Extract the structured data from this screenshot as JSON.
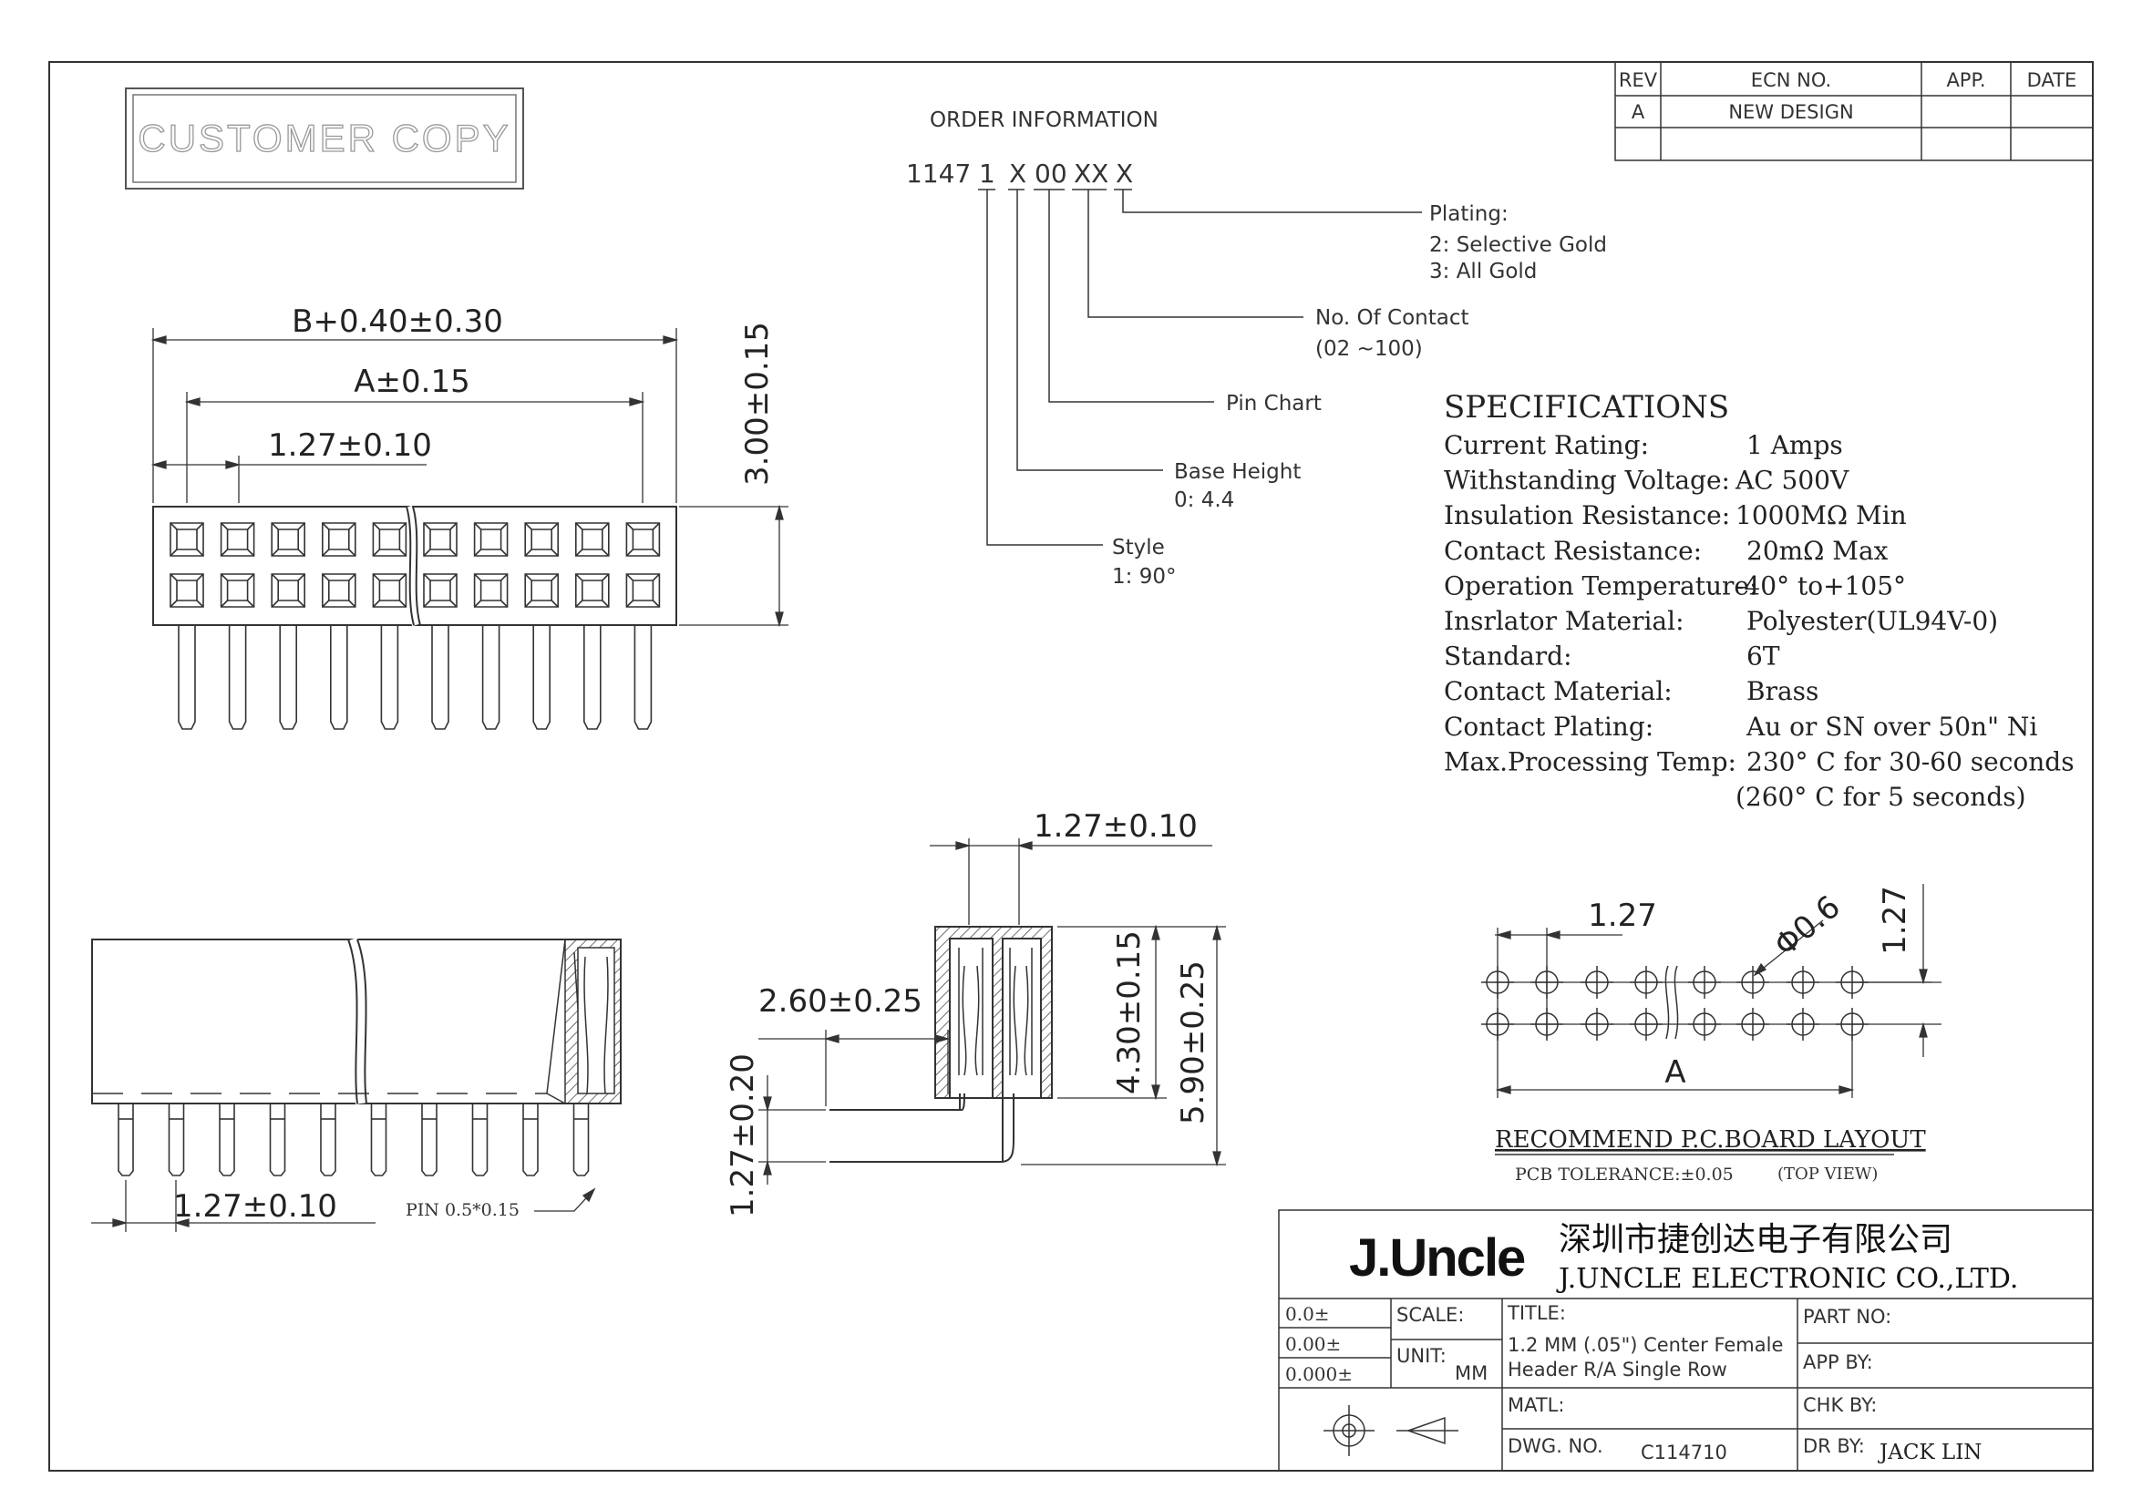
{
  "revision_table": {
    "headers": [
      "REV",
      "ECN NO.",
      "APP.",
      "DATE"
    ],
    "rows": [
      [
        "A",
        "NEW DESIGN",
        "",
        ""
      ],
      [
        "",
        "",
        "",
        ""
      ]
    ]
  },
  "stamp": "CUSTOMER COPY",
  "order_information": {
    "title": "ORDER INFORMATION",
    "code": [
      "1147",
      "1",
      "X",
      "00",
      "XX",
      "X"
    ],
    "plating": [
      "Plating:",
      "2: Selective Gold",
      "3: All Gold"
    ],
    "contact": [
      "No. Of Contact",
      "(02 ~100)"
    ],
    "pin_chart": "Pin Chart",
    "base_height": [
      "Base Height",
      "0: 4.4"
    ],
    "style": [
      "Style",
      "1: 90°"
    ]
  },
  "specifications": {
    "title": "SPECIFICATIONS",
    "rows": [
      {
        "label": "Current Rating:",
        "value": "1 Amps"
      },
      {
        "label": "Withstanding Voltage:",
        "value": "AC  500V"
      },
      {
        "label": "Insulation Resistance:",
        "value": "1000MΩ   Min"
      },
      {
        "label": "Contact Resistance:",
        "value": "20mΩ Max"
      },
      {
        "label": "Operation Temperature:",
        "value": "-40° to+105°"
      },
      {
        "label": "Insrlator Material:",
        "value": "Polyester(UL94V-0)"
      },
      {
        "label": "Standard:",
        "value": "6T"
      },
      {
        "label": "Contact Material:",
        "value": "Brass"
      },
      {
        "label": "Contact Plating:",
        "value": "Au or SN over 50n\" Ni"
      },
      {
        "label": "Max.Processing Temp:",
        "value": "230° C for 30-60 seconds"
      },
      {
        "label": "",
        "value": "(260° C for 5 seconds)"
      }
    ]
  },
  "dimensions": {
    "top_overall": "B+0.40±0.30",
    "top_a": "A±0.15",
    "top_pitch": "1.27±0.10",
    "top_height": "3.00±0.15",
    "side_pitch": "1.27±0.10",
    "pin_note": "PIN 0.5*0.15",
    "section_pitch": "1.27±0.10",
    "section_260": "2.60±0.25",
    "section_430": "4.30±0.15",
    "section_590": "5.90±0.25",
    "section_127": "1.27±0.20"
  },
  "pcb_layout": {
    "pitch_h": "1.27",
    "pitch_v": "1.27",
    "hole": "Φ0.6",
    "a_label": "A",
    "title": "RECOMMEND P.C.BOARD LAYOUT",
    "tolerance": "PCB TOLERANCE:±0.05",
    "view": "(TOP VIEW)"
  },
  "title_block": {
    "logo": "J.Uncle",
    "company_cn": "深圳市捷创达电子有限公司",
    "company_en": "J.UNCLE ELECTRONIC CO.,LTD.",
    "tolerances": [
      "0.0±",
      "0.00±",
      "0.000±"
    ],
    "scale_label": "SCALE:",
    "unit_label": "UNIT:",
    "unit_value": "MM",
    "title_label": "TITLE:",
    "title_value": [
      "1.2 MM (.05\") Center Female",
      "Header R/A Single Row"
    ],
    "part_no_label": "PART NO:",
    "app_by_label": "APP BY:",
    "matl_label": "MATL:",
    "chk_by_label": "CHK BY:",
    "dwg_no_label": "DWG. NO.",
    "dwg_no_value": "C114710",
    "dr_by_label": "DR BY:",
    "dr_by_value": "JACK LIN"
  }
}
